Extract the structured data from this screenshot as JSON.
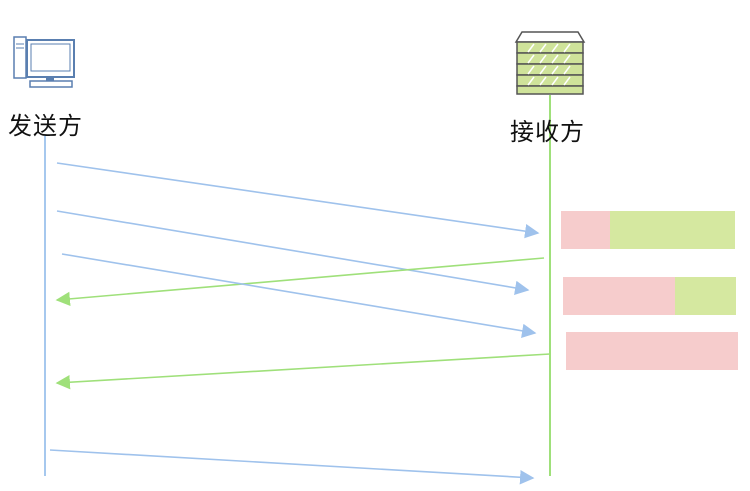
{
  "sender": {
    "label": "发送方",
    "icon": "computer-icon",
    "line_color": "#a6c8ee"
  },
  "receiver": {
    "label": "接收方",
    "icon": "server-icon",
    "line_color": "#9fe07a"
  },
  "colors": {
    "data_arrow": "#9fc2ec",
    "ack_arrow": "#9fe07a",
    "buffer_used": "#f6cccc",
    "buffer_free": "#d5e8a0"
  },
  "messages": [
    {
      "from": "sender",
      "to": "receiver",
      "kind": "data"
    },
    {
      "from": "sender",
      "to": "receiver",
      "kind": "data"
    },
    {
      "from": "receiver",
      "to": "sender",
      "kind": "ack"
    },
    {
      "from": "sender",
      "to": "receiver",
      "kind": "data"
    },
    {
      "from": "receiver",
      "to": "sender",
      "kind": "ack"
    },
    {
      "from": "sender",
      "to": "receiver",
      "kind": "data"
    }
  ],
  "receiver_buffers": [
    {
      "used_fraction": 0.28
    },
    {
      "used_fraction": 0.65
    },
    {
      "used_fraction": 1.0
    }
  ]
}
